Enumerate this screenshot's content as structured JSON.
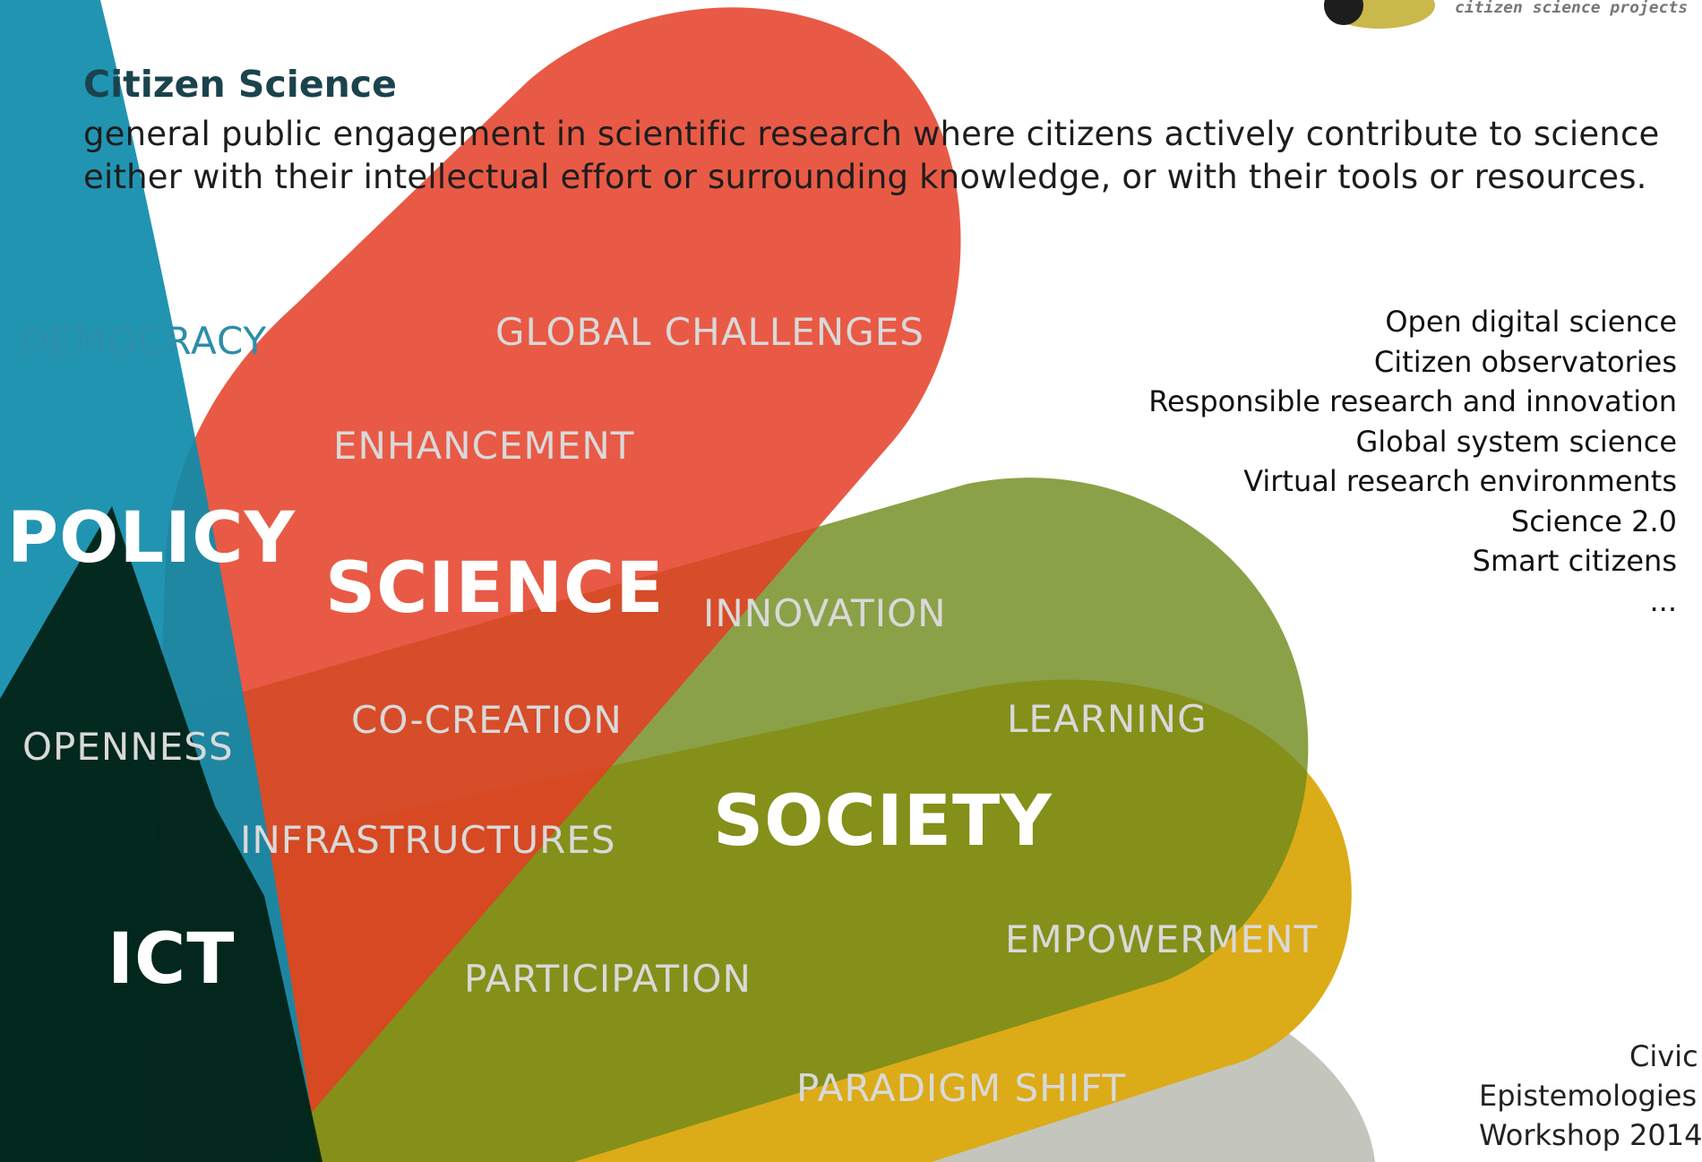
{
  "header": {
    "title": "Citizen Science",
    "description_line1": "general public engagement in scientific research where citizens actively contribute to science",
    "description_line2": "either with their intellectual effort or surrounding knowledge, or with their tools or resources."
  },
  "logo": {
    "tagline": "citizen science projects"
  },
  "domains": {
    "policy": "POLICY",
    "science": "SCIENCE",
    "society": "SOCIETY",
    "ict": "ICT"
  },
  "themes": {
    "democracy": "DEMOCRACY",
    "global_challenges": "GLOBAL CHALLENGES",
    "enhancement": "ENHANCEMENT",
    "innovation": "INNOVATION",
    "co_creation": "CO-CREATION",
    "openness": "OPENNESS",
    "learning": "LEARNING",
    "infrastructures": "INFRASTRUCTURES",
    "empowerment": "EMPOWERMENT",
    "participation": "PARTICIPATION",
    "paradigm_shift": "PARADIGM SHIFT"
  },
  "related_concepts": [
    "Open digital science",
    "Citizen observatories",
    "Responsible research and innovation",
    "Global system science",
    "Virtual research environments",
    "Science 2.0",
    "Smart citizens",
    "..."
  ],
  "footer": {
    "line1": "Civic",
    "line2": "Epistemologies",
    "line3": "Workshop 2014"
  },
  "colors": {
    "policy_blue": "#0e8bab",
    "science_red": "#e65441",
    "society_olive": "#7f962c",
    "ochre": "#dcab18",
    "grey": "#c4c5bd",
    "ict_dark": "#001a0a"
  }
}
